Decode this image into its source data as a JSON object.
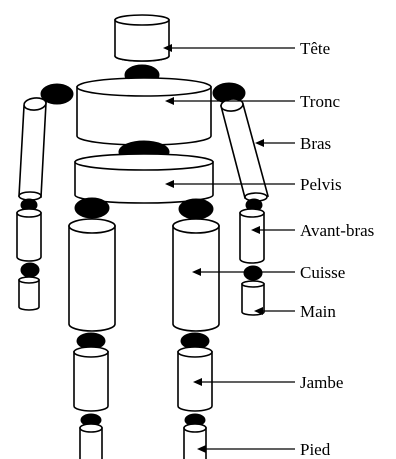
{
  "labels": {
    "tete": "Tête",
    "tronc": "Tronc",
    "bras": "Bras",
    "pelvis": "Pelvis",
    "avant_bras": "Avant-bras",
    "cuisse": "Cuisse",
    "main": "Main",
    "jambe": "Jambe",
    "pied": "Pied"
  }
}
